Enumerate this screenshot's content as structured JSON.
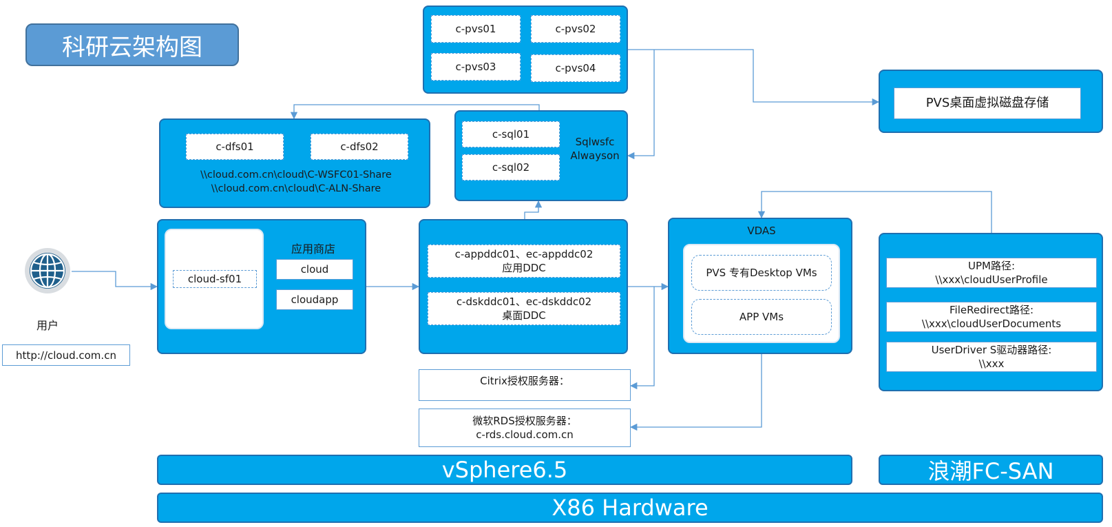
{
  "title": "科研云架构图",
  "user": {
    "icon": "globe-icon",
    "label": "用户",
    "url": "http://cloud.com.cn"
  },
  "pvs": {
    "servers": [
      "c-pvs01",
      "c-pvs02",
      "c-pvs03",
      "c-pvs04"
    ]
  },
  "pvs_storage": {
    "label": "PVS桌面虚拟磁盘存储"
  },
  "dfs": {
    "servers": [
      "c-dfs01",
      "c-dfs02"
    ],
    "share1": "\\\\cloud.com.cn\\cloud\\C-WSFC01-Share",
    "share2": "\\\\cloud.com.cn\\cloud\\C-ALN-Share"
  },
  "sql": {
    "servers": [
      "c-sql01",
      "c-sql02"
    ],
    "cluster": "Sqlwsfc\nAlwayson"
  },
  "storefront": {
    "server": "cloud-sf01",
    "store_title": "应用商店",
    "stores": [
      "cloud",
      "cloudapp"
    ]
  },
  "ddc": {
    "app": "c-appddc01、ec-appddc02\n应用DDC",
    "desktop": "c-dskddc01、ec-dskddc02\n桌面DDC"
  },
  "vdas": {
    "title": "VDAS",
    "desktop_vms": "PVS 专有Desktop VMs",
    "app_vms": "APP VMs"
  },
  "profile": {
    "upm": "UPM路径:\n\\\\xxx\\cloudUserProfile",
    "redirect": "FileRedirect路径:\n\\\\xxx\\cloudUserDocuments",
    "userdriver": "UserDriver S驱动器路径:\n\\\\xxx"
  },
  "license": {
    "citrix": "Citrix授权服务器：",
    "rds": "微软RDS授权服务器：\nc-rds.cloud.com.cn"
  },
  "layers": {
    "vsphere": "vSphere6.5",
    "san": "浪潮FC-SAN",
    "hardware": "X86 Hardware"
  },
  "colors": {
    "panel": "#00a6eb",
    "panel_border": "#1f6fb0",
    "title_bg": "#5b9bd5",
    "connector": "#5b9bd5",
    "globe": "#1f5f8b"
  }
}
